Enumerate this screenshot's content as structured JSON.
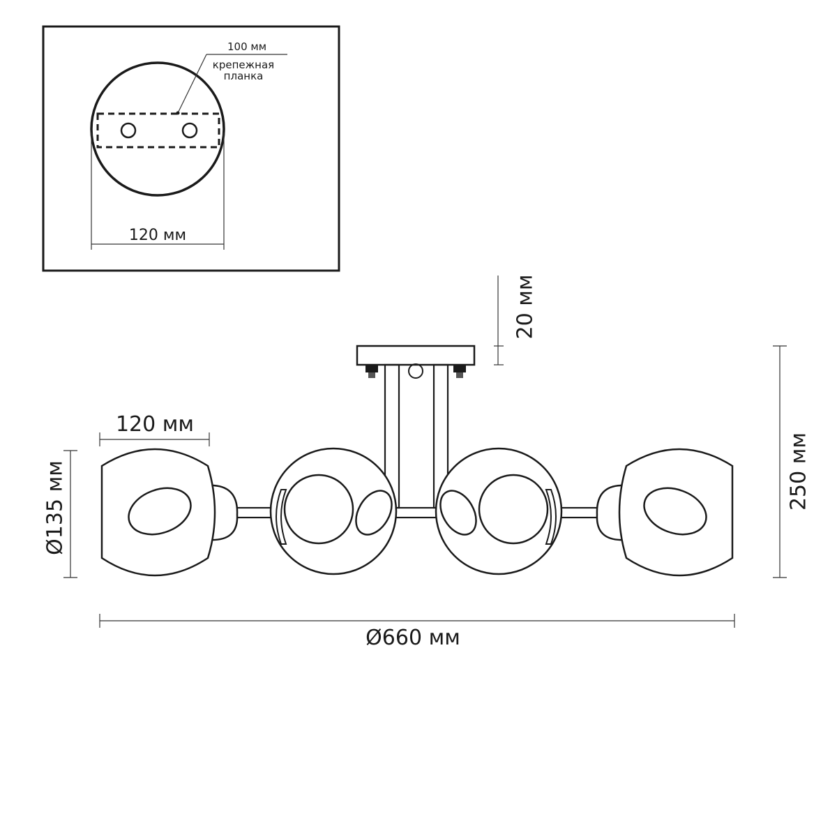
{
  "inset": {
    "plate_width_label": "100 мм",
    "bracket_label_line1": "крепежная",
    "bracket_label_line2": "планка",
    "canopy_diameter_label": "120 мм"
  },
  "main": {
    "canopy_height_label": "20 мм",
    "total_height_label": "250 мм",
    "shade_width_label": "120 мм",
    "shade_diameter_label": "Ø135 мм",
    "total_diameter_label": "Ø660 мм"
  },
  "colors": {
    "line": "#1a1a1a",
    "dimension": "#333333",
    "background": "#ffffff"
  }
}
